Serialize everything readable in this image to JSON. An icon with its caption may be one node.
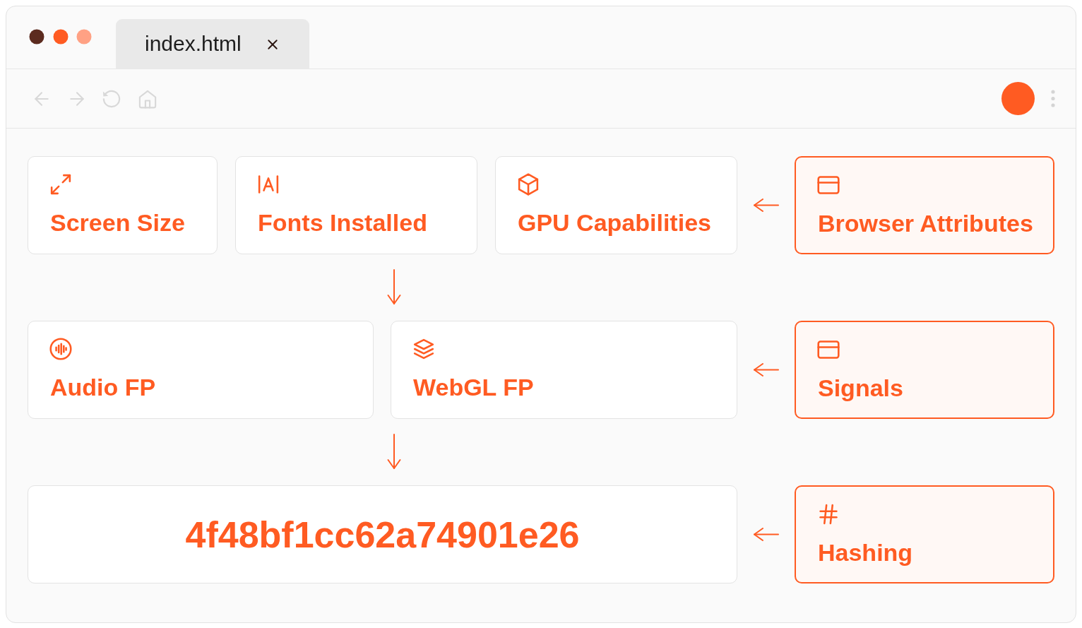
{
  "diagram": {
    "nodes": [
      {
        "text": [
          "index.html"
        ]
      },
      {
        "text": [
          "Screen Size"
        ]
      },
      {
        "text": [
          "Fonts Installed"
        ]
      },
      {
        "text": [
          "GPU Capabilities"
        ]
      },
      {
        "text": [
          "Browser Attributes"
        ]
      },
      {
        "text": [
          "Audio FP"
        ]
      },
      {
        "text": [
          "WebGL FP"
        ]
      },
      {
        "text": [
          "Signals"
        ]
      },
      {
        "text": [
          "4f48bf1cc62a74901e26"
        ]
      },
      {
        "text": [
          "Hashing"
        ]
      }
    ],
    "edges": [
      {
        "from": 4,
        "to": 3,
        "arrow": "to"
      },
      {
        "from": 2,
        "to": 6,
        "arrow": "to"
      },
      {
        "from": 7,
        "to": 6,
        "arrow": "to"
      },
      {
        "from": 6,
        "to": 8,
        "arrow": "to"
      },
      {
        "from": 9,
        "to": 8,
        "arrow": "to"
      }
    ]
  }
}
